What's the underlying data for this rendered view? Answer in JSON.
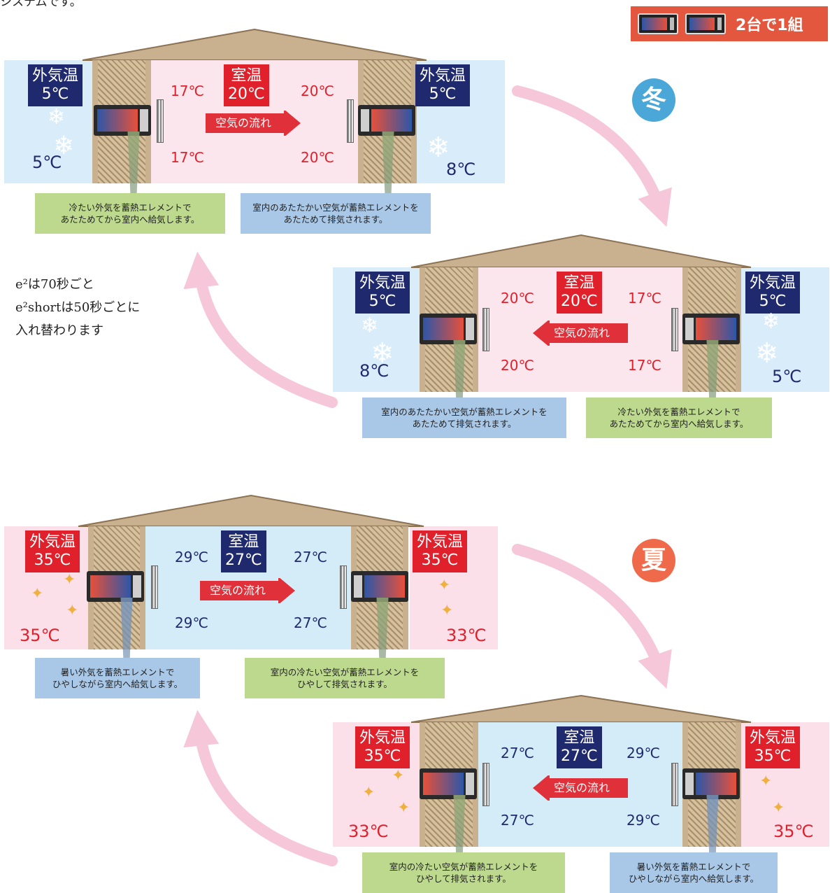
{
  "intro_text": "システムです。",
  "badge": {
    "label": "2台で1組"
  },
  "note": {
    "lines": [
      "e²は70秒ごと",
      "e²shortは50秒ごとに",
      "入れ替わります"
    ]
  },
  "seasons": {
    "winter": "冬",
    "summer": "夏"
  },
  "colors": {
    "winter_room": "#fbe6ee",
    "winter_outside": "#d8ecfa",
    "summer_room": "#d4ecf8",
    "summer_outside": "#fbe0ea",
    "outside_label_cold": "#1f2a6e",
    "outside_label_hot": "#e0202a",
    "flow_arrow": "#e0303a",
    "desc_green": "#bdd98e",
    "desc_blue": "#a9c8e8",
    "cycle_arrow": "#f6c6d9",
    "badge": "#e4573f"
  },
  "common": {
    "outside_label": "外気温",
    "room_label": "室温",
    "flow_label": "空気の流れ"
  },
  "panels": {
    "winter_a": {
      "outside_left_temp": "5℃",
      "outside_right_temp": "5℃",
      "room_temp": "20℃",
      "left_upper": "17℃",
      "left_lower": "17℃",
      "right_upper": "20℃",
      "right_lower": "20℃",
      "outside_left_in": "5℃",
      "outside_right_out": "8℃",
      "desc_left": [
        "冷たい外気を蓄熱エレメントで",
        "あたためてから室内へ給気します。"
      ],
      "desc_right": [
        "室内のあたたかい空気が蓄熱エレメントを",
        "あたためて排気されます。"
      ]
    },
    "winter_b": {
      "outside_left_temp": "5℃",
      "outside_right_temp": "5℃",
      "room_temp": "20℃",
      "left_upper": "20℃",
      "left_lower": "20℃",
      "right_upper": "17℃",
      "right_lower": "17℃",
      "outside_left_out": "8℃",
      "outside_right_in": "5℃",
      "desc_left": [
        "室内のあたたかい空気が蓄熱エレメントを",
        "あたためて排気されます。"
      ],
      "desc_right": [
        "冷たい外気を蓄熱エレメントで",
        "あたためてから室内へ給気します。"
      ]
    },
    "summer_a": {
      "outside_left_temp": "35℃",
      "outside_right_temp": "35℃",
      "room_temp": "27℃",
      "left_upper": "29℃",
      "left_lower": "29℃",
      "right_upper": "27℃",
      "right_lower": "27℃",
      "outside_left_in": "35℃",
      "outside_right_out": "33℃",
      "desc_left": [
        "暑い外気を蓄熱エレメントで",
        "ひやしながら室内へ給気します。"
      ],
      "desc_right": [
        "室内の冷たい空気が蓄熱エレメントを",
        "ひやして排気されます。"
      ]
    },
    "summer_b": {
      "outside_left_temp": "35℃",
      "outside_right_temp": "35℃",
      "room_temp": "27℃",
      "left_upper": "27℃",
      "left_lower": "27℃",
      "right_upper": "29℃",
      "right_lower": "29℃",
      "outside_left_out": "33℃",
      "outside_right_in": "35℃",
      "desc_left": [
        "室内の冷たい空気が蓄熱エレメントを",
        "ひやして排気されます。"
      ],
      "desc_right": [
        "暑い外気を蓄熱エレメントで",
        "ひやしながら室内へ給気します。"
      ]
    }
  }
}
